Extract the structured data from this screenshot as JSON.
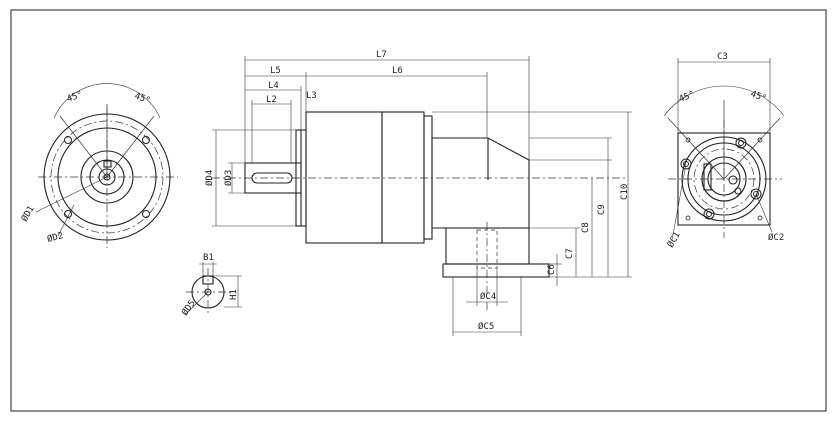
{
  "drawing": {
    "angle_labels": {
      "front_left": "45°",
      "front_right": "45°",
      "flange_left": "45°",
      "flange_right": "45°"
    },
    "labels": {
      "L7": "L7",
      "L6": "L6",
      "L5": "L5",
      "L4": "L4",
      "L2": "L2",
      "L3": "L3",
      "D1": "ØD1",
      "D2": "ØD2",
      "D3": "ØD3",
      "D4": "ØD4",
      "D5": "ØD5",
      "B1": "B1",
      "H1": "H1",
      "C1": "ØC1",
      "C2": "ØC2",
      "C3": "C3",
      "C4": "ØC4",
      "C5": "ØC5",
      "C6": "C6",
      "C7": "C7",
      "C8": "C8",
      "C9": "C9",
      "C10": "C10"
    }
  }
}
